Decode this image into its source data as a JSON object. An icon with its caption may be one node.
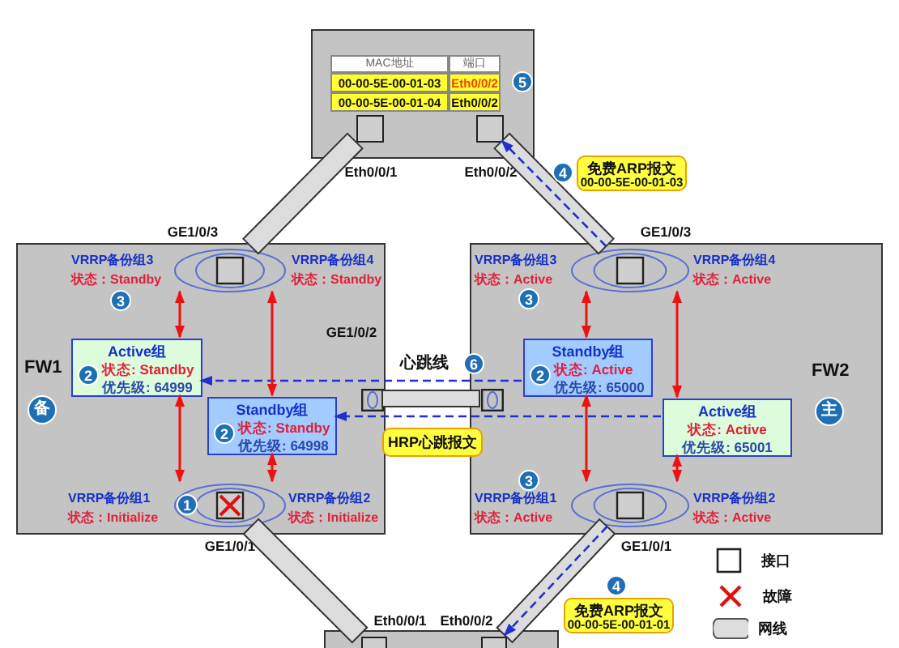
{
  "diagram": {
    "nodes": [
      {
        "text": [],
        "shape": "box"
      },
      {
        "text": [],
        "shape": "box",
        "in": 0,
        "beside": [
          "Eth0/0/1"
        ]
      },
      {
        "text": [],
        "shape": "box",
        "in": 0,
        "beside": [
          "Eth0/0/2"
        ]
      },
      {
        "text": [
          "FW1",
          "备"
        ]
      },
      {
        "text": [],
        "shape": "box",
        "in": 3,
        "beside": [
          "GE1/0/3"
        ]
      },
      {
        "text": [
          "Active组",
          "2",
          "状态: Standby",
          "优先级: 64999"
        ],
        "in": 3
      },
      {
        "text": [
          "Standby组",
          "2",
          "状态: Standby",
          "优先级: 64998"
        ],
        "in": 3
      },
      {
        "text": [],
        "shape": "box",
        "in": 3,
        "beside": [
          "GE1/0/2"
        ]
      },
      {
        "text": [],
        "shape": "box",
        "in": 3,
        "beside": [
          "GE1/0/1"
        ]
      },
      {
        "text": [
          "FW2",
          "主"
        ]
      },
      {
        "text": [],
        "shape": "box",
        "in": 9,
        "beside": [
          "GE1/0/3"
        ]
      },
      {
        "text": [
          "Standby组",
          "2",
          "状态: Active",
          "优先级: 65000"
        ],
        "in": 9
      },
      {
        "text": [
          "Active组",
          "状态: Active",
          "优先级: 65001"
        ],
        "in": 9
      },
      {
        "text": [],
        "shape": "box",
        "in": 9
      },
      {
        "text": [],
        "shape": "box",
        "in": 9,
        "beside": [
          "GE1/0/1"
        ]
      },
      {
        "text": [],
        "shape": "box"
      },
      {
        "text": [],
        "shape": "box",
        "in": 15,
        "beside": [
          "Eth0/0/1"
        ]
      },
      {
        "text": [],
        "shape": "box",
        "in": 15,
        "beside": [
          "Eth0/0/2"
        ]
      },
      {
        "text": [
          "免费ARP报文",
          "00-00-5E-00-01-03"
        ]
      },
      {
        "text": [
          "HRP心跳报文"
        ]
      },
      {
        "text": [
          "免费ARP报文",
          "00-00-5E-00-01-01"
        ]
      }
    ],
    "edges": [
      {
        "from": 1,
        "to": 4,
        "arrow": "none",
        "style": "thick",
        "color": "#dcdcdc"
      },
      {
        "from": 2,
        "to": 10,
        "arrow": "none",
        "style": "thick",
        "color": "#dcdcdc"
      },
      {
        "from": 7,
        "to": 13,
        "arrow": "none",
        "style": "thick",
        "color": "#dcdcdc"
      },
      {
        "from": 8,
        "to": 16,
        "arrow": "none",
        "style": "thick",
        "color": "#dcdcdc"
      },
      {
        "from": 14,
        "to": 17,
        "arrow": "none",
        "style": "thick",
        "color": "#dcdcdc"
      },
      {
        "from": 10,
        "to": 2,
        "arrow": "to",
        "style": "dashed",
        "color": "#1f2fd0"
      },
      {
        "from": 14,
        "to": 17,
        "arrow": "to",
        "style": "dashed",
        "color": "#1f2fd0"
      },
      {
        "from": 11,
        "to": 5,
        "arrow": "to",
        "style": "dashed",
        "color": "#1f2fd0"
      },
      {
        "from": 12,
        "to": 6,
        "arrow": "to",
        "style": "dashed",
        "color": "#1f2fd0"
      },
      {
        "from": 4,
        "to": 5,
        "arrow": "both"
      },
      {
        "from": 4,
        "to": 6,
        "arrow": "both"
      },
      {
        "from": 8,
        "to": 5,
        "arrow": "both"
      },
      {
        "from": 8,
        "to": 6,
        "arrow": "both"
      },
      {
        "from": 10,
        "to": 11,
        "arrow": "both"
      },
      {
        "from": 10,
        "to": 12,
        "arrow": "both"
      },
      {
        "from": 14,
        "to": 11,
        "arrow": "both"
      },
      {
        "from": 14,
        "to": 12,
        "arrow": "both"
      }
    ],
    "labels": [
      "MAC地址",
      "端口",
      "00-00-5E-00-01-03",
      "Eth0/0/2",
      "00-00-5E-00-01-04",
      "Eth0/0/2",
      "5",
      "4",
      "VRRP备份组3",
      "状态：Standby",
      "3",
      "VRRP备份组4",
      "状态：Standby",
      "VRRP备份组3",
      "状态：Active",
      "3",
      "VRRP备份组4",
      "状态：Active",
      "心跳线",
      "6",
      "VRRP备份组1",
      "状态：Initialize",
      "1",
      "VRRP备份组2",
      "状态：Initialize",
      "3",
      "VRRP备份组1",
      "状态：Active",
      "VRRP备份组2",
      "状态：Active",
      "4"
    ],
    "legend": [
      {
        "text": "接口"
      },
      {
        "text": "故障"
      },
      {
        "text": "网线"
      }
    ]
  }
}
